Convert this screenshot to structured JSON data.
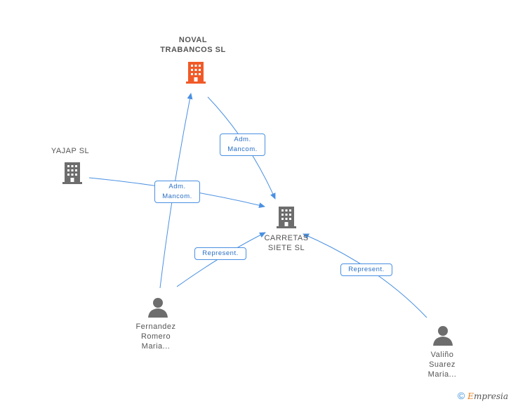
{
  "colors": {
    "edge": "#4a90e2",
    "company_focus": "#f05a28",
    "company": "#6d6d6d",
    "person": "#6d6d6d"
  },
  "nodes": {
    "noval": {
      "line1": "NOVAL",
      "line2": "TRABANCOS SL",
      "icon": "building-icon"
    },
    "yajap": {
      "line1": "YAJAP SL",
      "icon": "building-icon"
    },
    "carretas": {
      "line1": "CARRETAS",
      "line2": "SIETE SL",
      "icon": "building-icon"
    },
    "fernandez": {
      "line1": "Fernandez",
      "line2": "Romero",
      "line3": "Maria...",
      "icon": "person-icon"
    },
    "valino": {
      "line1": "Valiño",
      "line2": "Suarez",
      "line3": "Maria...",
      "icon": "person-icon"
    }
  },
  "edges": {
    "adm1": {
      "line1": "Adm.",
      "line2": "Mancom."
    },
    "adm2": {
      "line1": "Adm.",
      "line2": "Mancom."
    },
    "rep1": {
      "line1": "Represent."
    },
    "rep2": {
      "line1": "Represent."
    }
  },
  "footer": {
    "copyright": "©",
    "brand_first": "E",
    "brand_rest": "mpresia"
  }
}
